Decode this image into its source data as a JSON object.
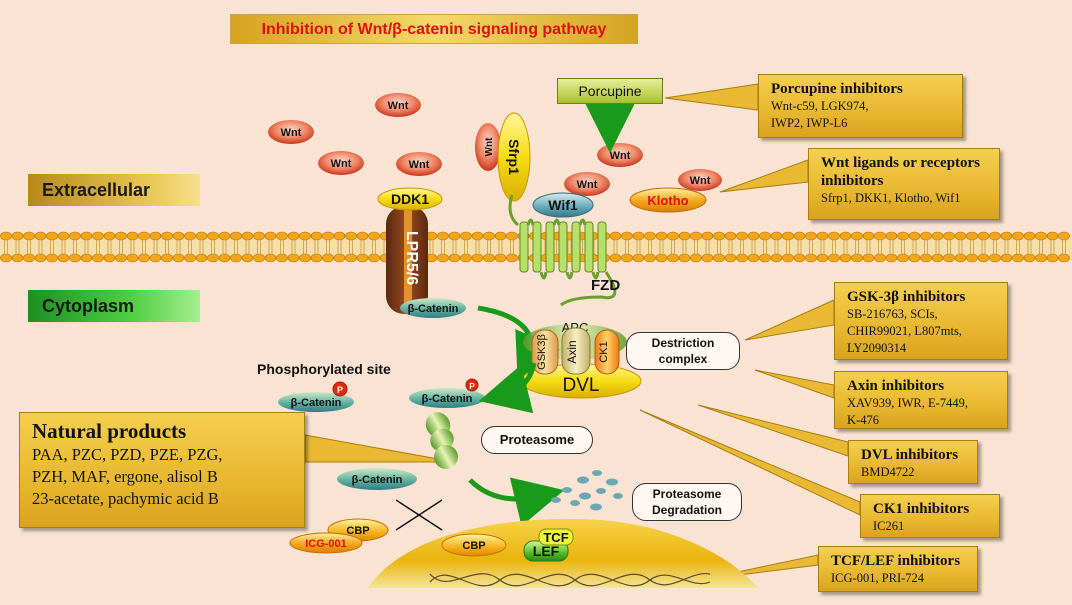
{
  "title": "Inhibition of Wnt/β-catenin signaling pathway",
  "regions": {
    "extracellular": "Extracellular",
    "cytoplasm": "Cytoplasm"
  },
  "molecules": {
    "wnt": "Wnt",
    "sfrp1": "Sfrp1",
    "ddk1": "DDK1",
    "lpr56": "LPR5/6",
    "wif1": "Wif1",
    "klotho": "Klotho",
    "fzd": "FZD",
    "porcupine": "Porcupine",
    "beta_catenin": "β-Catenin",
    "phospho": "P",
    "phosphorylated_site": "Phosphorylated site",
    "apc": "APC",
    "gsk3b": "GSK3β",
    "axin": "Axin",
    "ck1": "CK1",
    "dvl": "DVL",
    "cbp": "CBP",
    "icg001": "ICG-001",
    "tcf": "TCF",
    "lef": "LEF"
  },
  "labels": {
    "destruction_complex": [
      "Destriction",
      "complex"
    ],
    "proteasome": "Proteasome",
    "proteasome_degradation": [
      "Proteasome",
      "Degradation"
    ]
  },
  "callouts": {
    "porcupine": {
      "title": "Porcupine inhibitors",
      "lines": [
        "Wnt-c59, LGK974,",
        "IWP2, IWP-L6"
      ]
    },
    "wnt_ligands": {
      "title": [
        "Wnt ligands or receptors",
        "inhibitors"
      ],
      "lines": [
        "Sfrp1, DKK1, Klotho, Wif1"
      ]
    },
    "gsk3b": {
      "title": "GSK-3β inhibitors",
      "lines": [
        "SB-216763, SCIs,",
        "CHIR99021, L807mts,",
        "LY2090314"
      ]
    },
    "axin": {
      "title": "Axin inhibitors",
      "lines": [
        "XAV939, IWR, E-7449,",
        "K-476"
      ]
    },
    "dvl": {
      "title": "DVL inhibitors",
      "lines": [
        "BMD4722"
      ]
    },
    "ck1": {
      "title": "CK1 inhibitors",
      "lines": [
        "IC261"
      ]
    },
    "tcf_lef": {
      "title": "TCF/LEF inhibitors",
      "lines": [
        "ICG-001, PRI-724"
      ]
    },
    "natural": {
      "title": "Natural products",
      "lines": [
        "PAA, PZC, PZD, PZE, PZG,",
        "PZH, MAF, ergone, alisol B",
        "23-acetate, pachymic acid B"
      ]
    }
  },
  "colors": {
    "wnt_fill": "#e0573a",
    "arrow_green": "#1a9a1a",
    "callout_gold": "#e8b730",
    "catenin_teal": "#3c8f8a",
    "membrane_head": "#f2a51a"
  }
}
